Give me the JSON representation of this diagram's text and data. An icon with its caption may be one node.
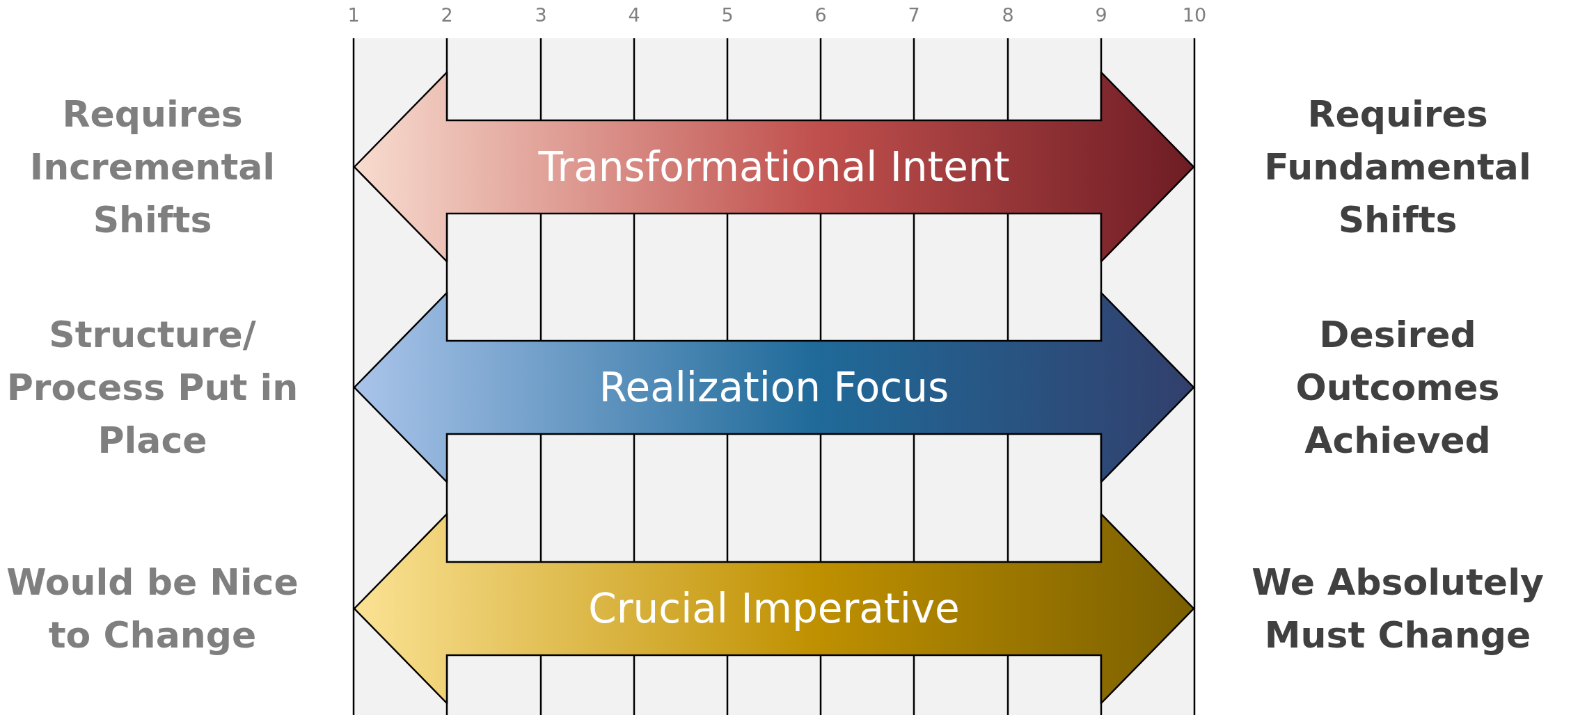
{
  "diagram": {
    "nodes": [
      {
        "text": [
          "Transformational Intent"
        ]
      },
      {
        "text": [
          "Realization Focus"
        ]
      },
      {
        "text": [
          "Crucial Imperative"
        ]
      }
    ],
    "labels": [
      "1",
      "2",
      "3",
      "4",
      "5",
      "6",
      "7",
      "8",
      "9",
      "10",
      "Requires Incremental Shifts",
      "Requires Fundamental Shifts",
      "Structure/ Process Put in Place",
      "Desired Outcomes Achieved",
      "Would be Nice to Change",
      "We Absolutely Must Change"
    ]
  }
}
